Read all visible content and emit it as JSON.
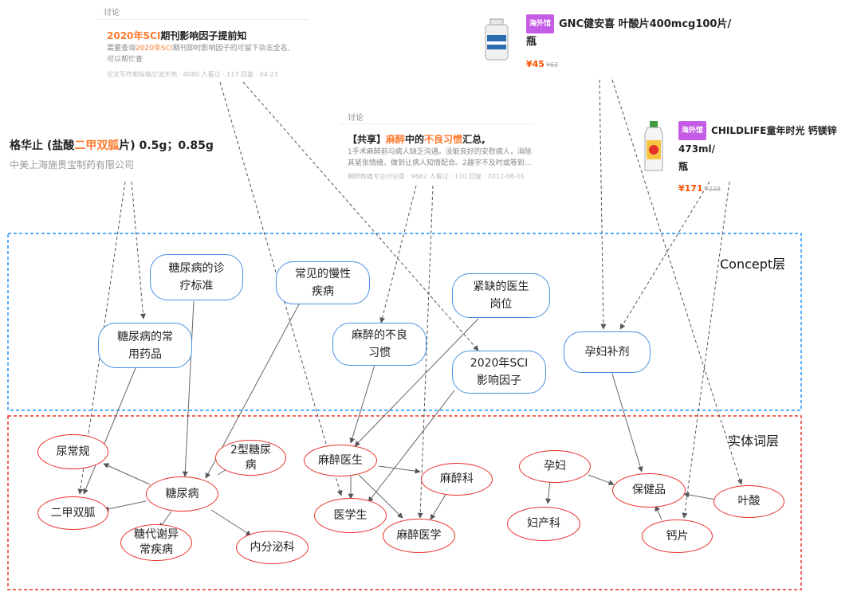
{
  "forum_card_1": {
    "tag": "讨论",
    "title_pre": "2020年",
    "title_hl": "SCI",
    "title_post": "期刊影响因子提前知",
    "desc_line1_pre": "需要查询",
    "desc_line1_hl": "2020年SCI",
    "desc_line1_post": "期刊即时影响因子的可留下杂志全名,",
    "desc_line2": "可以帮忙查",
    "meta": "论文写作和投稿交流天地 · 4080 人看过 · 117 回复 · 04-23"
  },
  "forum_card_2": {
    "tag": "讨论",
    "title_a": "【共享】",
    "title_hl1": "麻醉",
    "title_b": "中的",
    "title_hl2": "不良习惯",
    "title_c": "汇总,",
    "desc_line1": "1手术麻醉前与病人缺乏沟通。没能良好的安慰病人，消除",
    "desc_line2": "其紧张情绪，做到让病人知情配合。2器字不及时或等到...",
    "meta": "麻醉疼痛专业讨论版 · 9682 人看过 · 110 回复 · 2012-08-01"
  },
  "drug": {
    "title_pre": "格华止 (盐酸",
    "title_hl": "二甲双胍",
    "title_post": "片) 0.5g；0.85g",
    "company": "中美上海施贵宝制药有限公司"
  },
  "product_1": {
    "badge": "海外馆",
    "title_line1": "GNC健安喜  叶酸片400mcg100片/",
    "title_line2": "瓶",
    "price": "¥45",
    "old_price": "¥62"
  },
  "product_2": {
    "badge": "海外馆",
    "title_line1": "CHILDLIFE童年时光 钙镁锌473ml/",
    "title_line2": "瓶",
    "price": "¥171",
    "old_price": "¥228"
  },
  "layers": {
    "concept": "Concept层",
    "entity": "实体词层"
  },
  "concept_nodes": {
    "tnb_zhenliao": "糖尿病的诊\n疗标准",
    "changjian_manxing": "常见的慢性\n疾病",
    "jinque_yisheng": "紧缺的医生\n岗位",
    "tnb_yaopin": "糖尿病的常\n用药品",
    "mazui_buliang": "麻醉的不良\n习惯",
    "sci_2020": "2020年SCI\n影响因子",
    "yunfu_buji": "孕妇补剂"
  },
  "entity_nodes": {
    "niaochanggui": "尿常规",
    "erjia": "二甲双胍",
    "tangniaobing": "糖尿病",
    "type2": "2型糖尿\n病",
    "daixie": "糖代谢异\n常疾病",
    "neifenmi": "内分泌科",
    "mazui_yisheng": "麻醉医生",
    "mazui_ke": "麻醉科",
    "yixuesheng": "医学生",
    "mazui_yixue": "麻醉医学",
    "yunfu": "孕妇",
    "baojianpin": "保健品",
    "yesuan": "叶酸",
    "fuchanke": "妇产科",
    "gaipian": "钙片"
  },
  "colors": {
    "concept_border": "#4a90e2",
    "entity_border": "#e8302a",
    "concept_box": "#1e90ff",
    "entity_box": "#e8302a",
    "highlight": "#ff7a2f",
    "badge": "#c55ce6",
    "price": "#ff5000"
  }
}
